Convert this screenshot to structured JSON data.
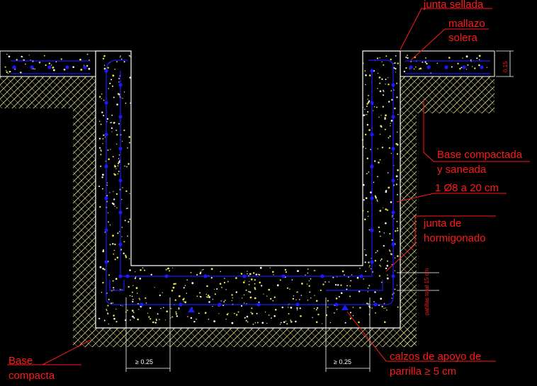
{
  "labels": {
    "junta_sellada": "junta sellada",
    "mallazo": "mallazo",
    "solera": "solera",
    "dim_015": "0.15",
    "base_compactada_1": "Base compactada",
    "base_compactada_2": "y  saneada",
    "rebar": "1 Ø8 a 20 cm",
    "junta_hormigonado_1": "junta de",
    "junta_hormigonado_2": "hormigonado",
    "patillas": "patillas total 15 cm",
    "base_compacta_1": "Base",
    "base_compacta_2": "compacta",
    "calzos_1": "calzos de apoyo de",
    "calzos_2": "parrilla ≥ 5 cm",
    "dim_left": "≥ 0.25",
    "dim_right": "≥ 0.25"
  },
  "colors": {
    "background": "#000000",
    "outline": "#ffffff",
    "rebar": "#1a1aff",
    "annotation": "#ff1a1a",
    "aggregate": "#ffff00",
    "soil_hatch": "#d4d48c"
  }
}
